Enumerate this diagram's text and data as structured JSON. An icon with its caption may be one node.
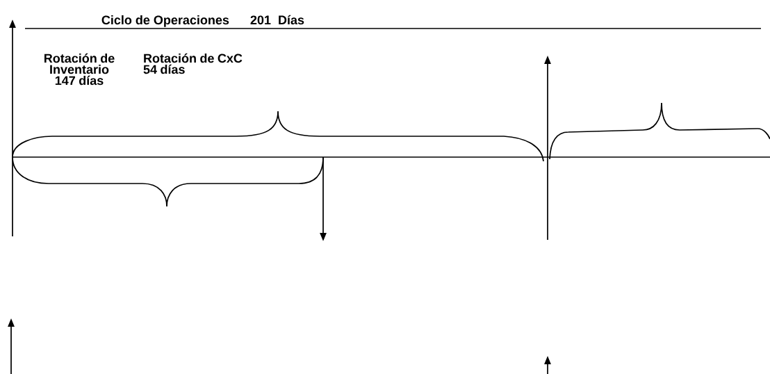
{
  "diagram": {
    "title": "Ciclo de Operaciones      201  Días",
    "labels": [
      "Rotación de Inventario 147  días",
      "Rotación de CxC 54 días"
    ]
  }
}
